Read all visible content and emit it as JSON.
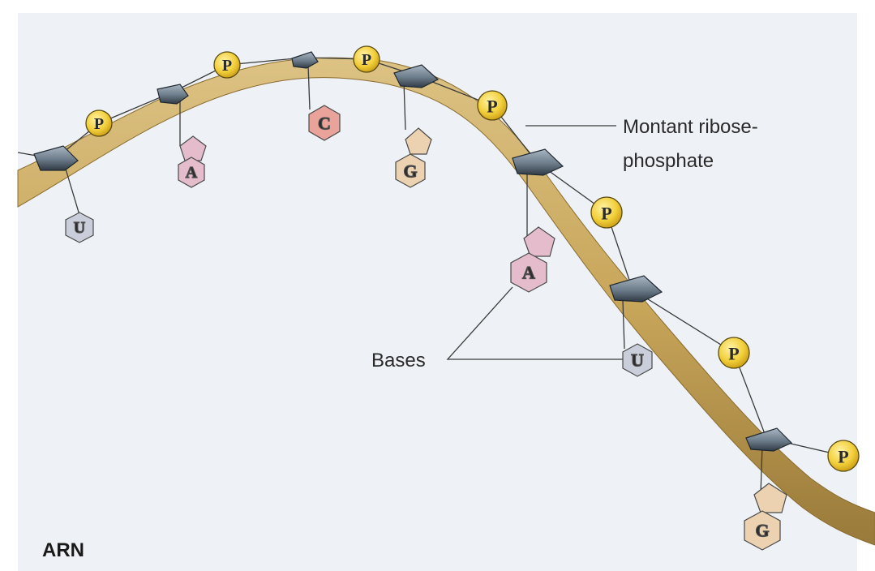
{
  "title": "ARN",
  "labels": {
    "backbone_line1": "Montant ribose-",
    "backbone_line2": "phosphate",
    "bases": "Bases"
  },
  "phosphate_symbol": "P",
  "bases": [
    "U",
    "A",
    "C",
    "G",
    "A",
    "U",
    "G"
  ],
  "colors": {
    "background": "#eef1f5",
    "ribbon": "#c9a85c",
    "phosphate": "#f2cf3a",
    "sugar": "#5d6b78",
    "base_U": "#c9ceda",
    "base_A": "#e4bccb",
    "base_C": "#e9a39a",
    "base_G": "#ecd2b0"
  }
}
